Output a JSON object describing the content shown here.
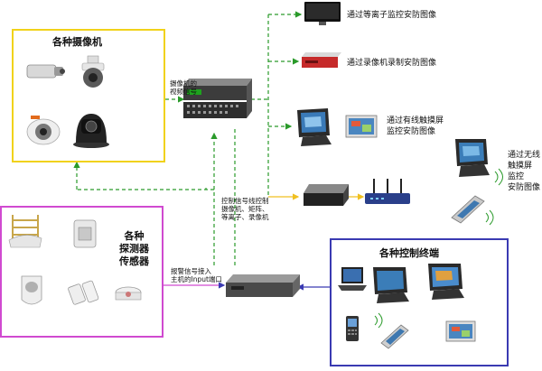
{
  "groups": {
    "cameras": {
      "title": "各种摄像机",
      "color": "#f1d21a"
    },
    "detectors": {
      "title": "各种\n探测器\n传感器",
      "color": "#d04ad0"
    },
    "terminals": {
      "title": "各种控制终端",
      "color": "#3a3ab2"
    }
  },
  "edge_labels": {
    "camera_signal": "摄像机的\n视频信号",
    "control_signal": "控制信号线控制\n摄像机、矩阵、\n等离子、录像机",
    "alarm_signal": "报警信号接入\n主机的Input端口"
  },
  "outputs": {
    "plasma": "通过等离子监控安防图像",
    "recorder": "通过录像机录制安防图像",
    "wired_touch": "通过有线触摸屏\n监控安防图像",
    "wireless_touch": "通过无线\n触摸屏\n监控\n安防图像"
  },
  "line_colors": {
    "dashed": "#2a9a2a",
    "arrow": "#f0c020",
    "terminal_link": "#3a3ab2"
  }
}
